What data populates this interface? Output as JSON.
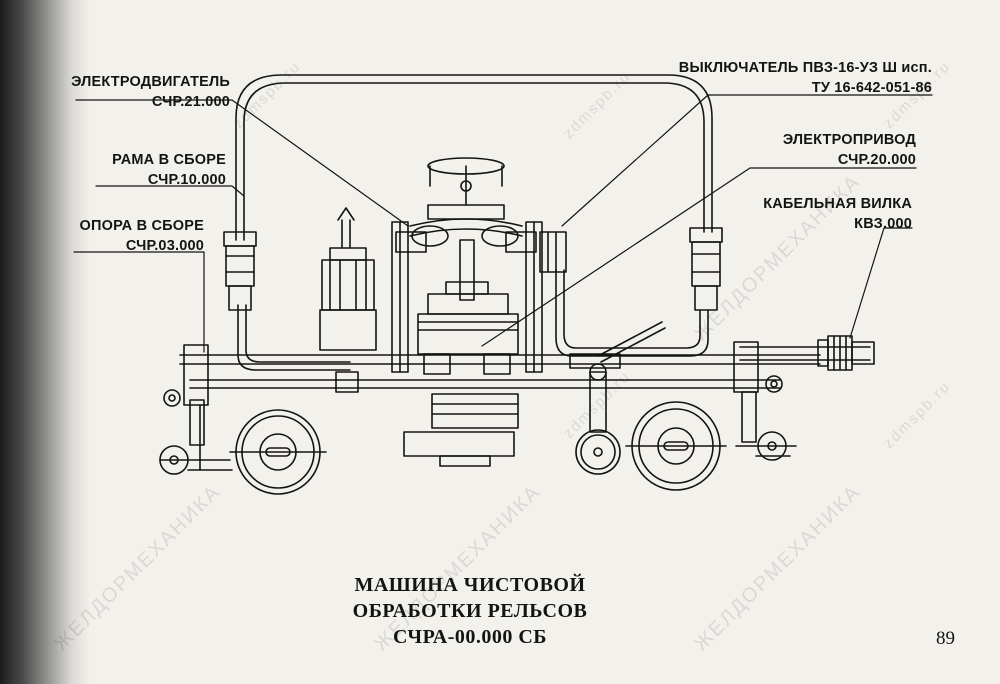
{
  "callouts": {
    "motor": {
      "name": "ЭЛЕКТРОДВИГАТЕЛЬ",
      "code": "СЧР.21.000"
    },
    "frame": {
      "name": "РАМА В СБОРЕ",
      "code": "СЧР.10.000"
    },
    "support": {
      "name": "ОПОРА В СБОРЕ",
      "code": "СЧР.03.000"
    },
    "switch": {
      "name": "ВЫКЛЮЧАТЕЛЬ  ПВЗ-16-УЗ Ш исп.",
      "code": "ТУ 16-642-051-86"
    },
    "drive": {
      "name": "ЭЛЕКТРОПРИВОД",
      "code": "СЧР.20.000"
    },
    "plug": {
      "name": "КАБЕЛЬНАЯ ВИЛКА",
      "code": "КВЗ.000"
    }
  },
  "title": {
    "line1": "МАШИНА ЧИСТОВОЙ",
    "line2": "ОБРАБОТКИ РЕЛЬСОВ",
    "line3": "СЧРА-00.000 СБ"
  },
  "page_number": "89",
  "watermarks": {
    "brand": "ЖЕЛДОРМЕХАНИКА",
    "site": "zdmspb.ru"
  },
  "colors": {
    "paper": "#f3f1ec",
    "ink": "#141414"
  }
}
